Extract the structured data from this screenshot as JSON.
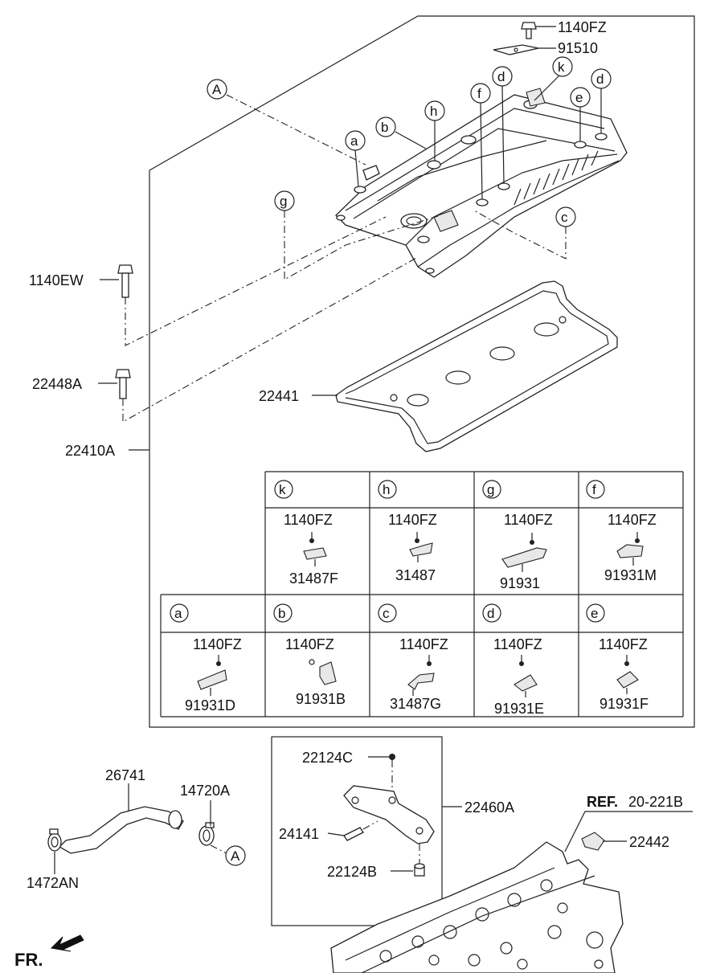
{
  "part_labels": {
    "p1140FZ_top": "1140FZ",
    "p91510": "91510",
    "p1140EW": "1140EW",
    "p22448A": "22448A",
    "p22441": "22441",
    "p22410A": "22410A",
    "p22124C": "22124C",
    "p22460A": "22460A",
    "p24141": "24141",
    "p22124B": "22124B",
    "p26741": "26741",
    "p14720A": "14720A",
    "p1472AN": "1472AN",
    "p22442": "22442",
    "ref_prefix": "REF.",
    "ref_code": "20-221B",
    "front": "FR."
  },
  "callouts": {
    "A": "A",
    "a": "a",
    "b": "b",
    "c": "c",
    "d": "d",
    "e": "e",
    "f": "f",
    "g": "g",
    "h": "h",
    "k": "k"
  },
  "table": {
    "top_row": [
      {
        "letter": "k",
        "bolt": "1140FZ",
        "part": "31487F"
      },
      {
        "letter": "h",
        "bolt": "1140FZ",
        "part": "31487"
      },
      {
        "letter": "g",
        "bolt": "1140FZ",
        "part": "91931"
      },
      {
        "letter": "f",
        "bolt": "1140FZ",
        "part": "91931M"
      }
    ],
    "bottom_row": [
      {
        "letter": "a",
        "bolt": "1140FZ",
        "part": "91931D"
      },
      {
        "letter": "b",
        "bolt": "1140FZ",
        "part": "91931B"
      },
      {
        "letter": "c",
        "bolt": "1140FZ",
        "part": "31487G"
      },
      {
        "letter": "d",
        "bolt": "1140FZ",
        "part": "91931E"
      },
      {
        "letter": "e",
        "bolt": "1140FZ",
        "part": "91931F"
      }
    ]
  }
}
